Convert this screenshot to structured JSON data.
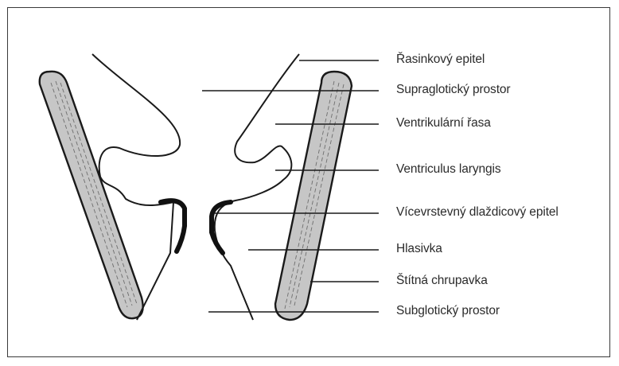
{
  "diagram": {
    "labels": [
      {
        "id": "rasinkovy-epitel",
        "text": "Řasinkový epitel"
      },
      {
        "id": "supraglotticky-prostor",
        "text": "Supraglotický prostor"
      },
      {
        "id": "ventrikularni-rasa",
        "text": "Ventrikulární řasa"
      },
      {
        "id": "ventriculus-laryngis",
        "text": "Ventriculus laryngis"
      },
      {
        "id": "vicevrstevny-epitel",
        "text": "Vícevrstevný dlaždicový epitel"
      },
      {
        "id": "hlasivka",
        "text": "Hlasivka"
      },
      {
        "id": "stitna-chrupavka",
        "text": "Štítná chrupavka"
      },
      {
        "id": "subglotticky-prostor",
        "text": "Subglotický prostor"
      }
    ],
    "colors": {
      "cartilage_fill": "#c6c6c6",
      "outline": "#1a1a1a",
      "epithelium": "#111111"
    }
  }
}
